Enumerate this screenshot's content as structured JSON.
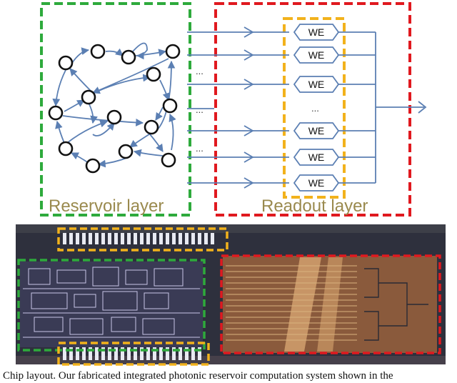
{
  "reservoir_label": "Reservoir layer",
  "readout_label": "Readout layer",
  "we_label": "WE",
  "ellipsis": "...",
  "caption": "Chip layout. Our fabricated integrated photonic reservoir computation system shown in the",
  "colors": {
    "reservoir_box": "#2eaa3c",
    "readout_box": "#e0191f",
    "we_box": "#f2b21c",
    "arrows": "#5b7fb3",
    "node_stroke": "#111111",
    "label_text": "#9a8a4e"
  },
  "we_count": 6
}
